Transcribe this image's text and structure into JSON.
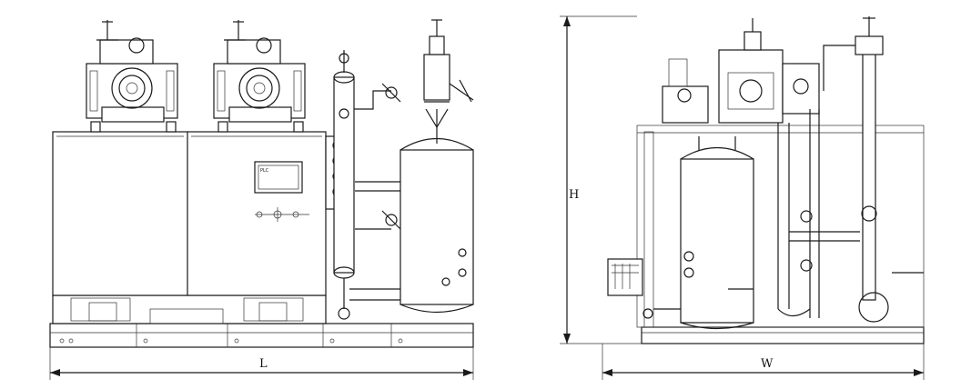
{
  "dimensions": {
    "length_label": "L",
    "width_label": "W",
    "height_label": "H"
  },
  "controller_label": "PLC",
  "colors": {
    "line": "#1a1a1a",
    "background": "#ffffff"
  }
}
